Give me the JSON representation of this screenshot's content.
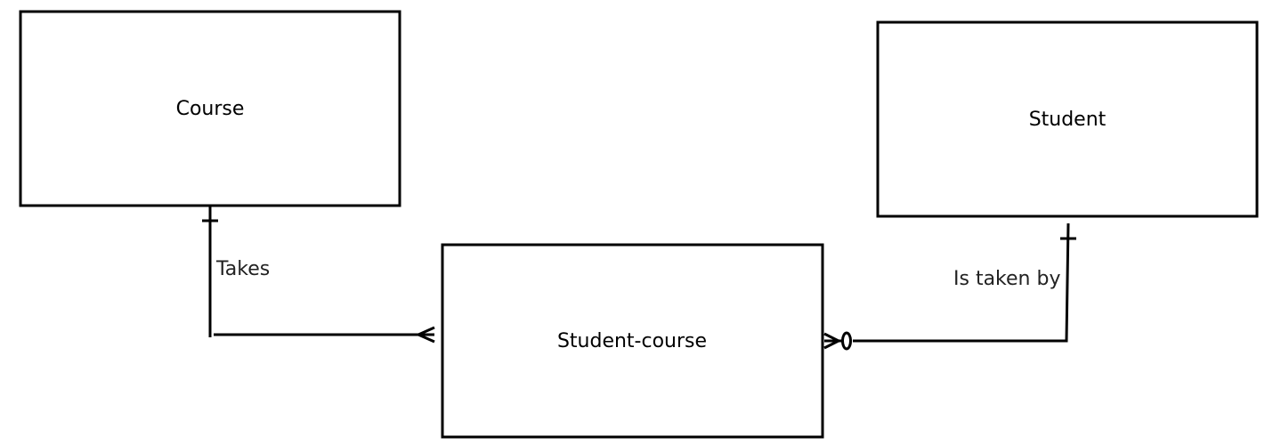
{
  "entities": {
    "course": {
      "name": "Course"
    },
    "student": {
      "name": "Student"
    },
    "student_course": {
      "name": "Student-course"
    }
  },
  "relationships": {
    "takes": {
      "label": "Takes",
      "from": "Course",
      "to": "Student-course",
      "from_cardinality": "one",
      "to_cardinality": "many"
    },
    "is_taken_by": {
      "label": "Is taken by",
      "from": "Student",
      "to": "Student-course",
      "from_cardinality": "one",
      "to_cardinality": "zero-or-many"
    }
  },
  "colors": {
    "stroke": "#000000",
    "background": "#ffffff"
  }
}
